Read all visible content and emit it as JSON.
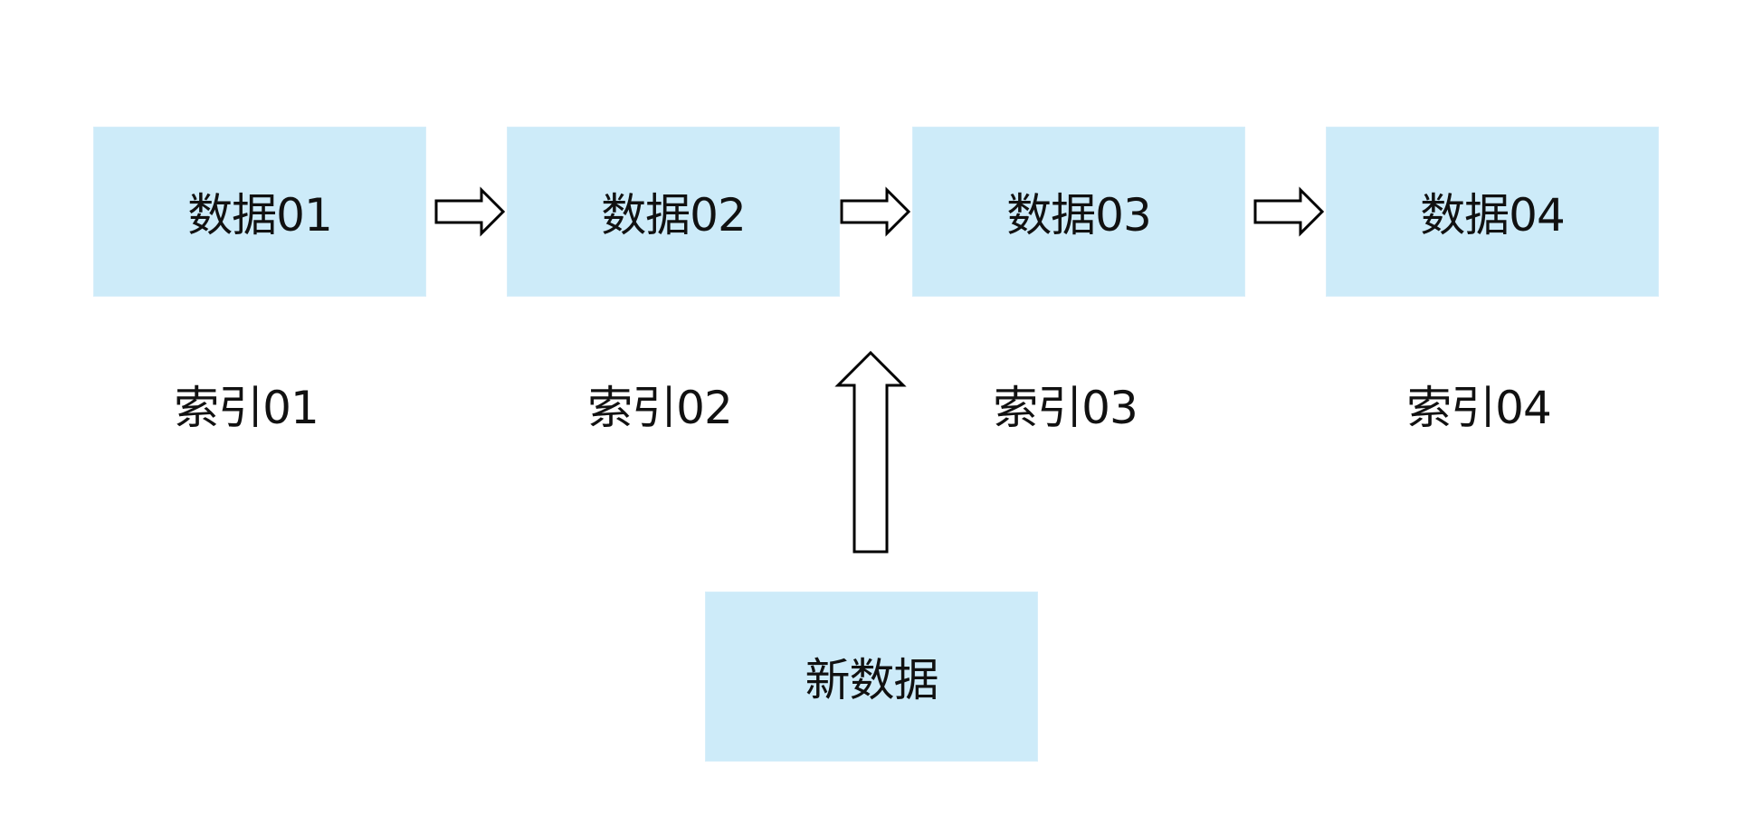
{
  "diagram": {
    "nodes": [
      {
        "label": "数据01"
      },
      {
        "label": "数据02"
      },
      {
        "label": "数据03"
      },
      {
        "label": "数据04"
      }
    ],
    "index_labels": [
      {
        "label": "索引01"
      },
      {
        "label": "索引02"
      },
      {
        "label": "索引03"
      },
      {
        "label": "索引04"
      }
    ],
    "new_node": {
      "label": "新数据"
    },
    "colors": {
      "node_fill": "#cdebf9",
      "text": "#111111",
      "arrow_stroke": "#000000",
      "arrow_fill": "#ffffff"
    }
  }
}
